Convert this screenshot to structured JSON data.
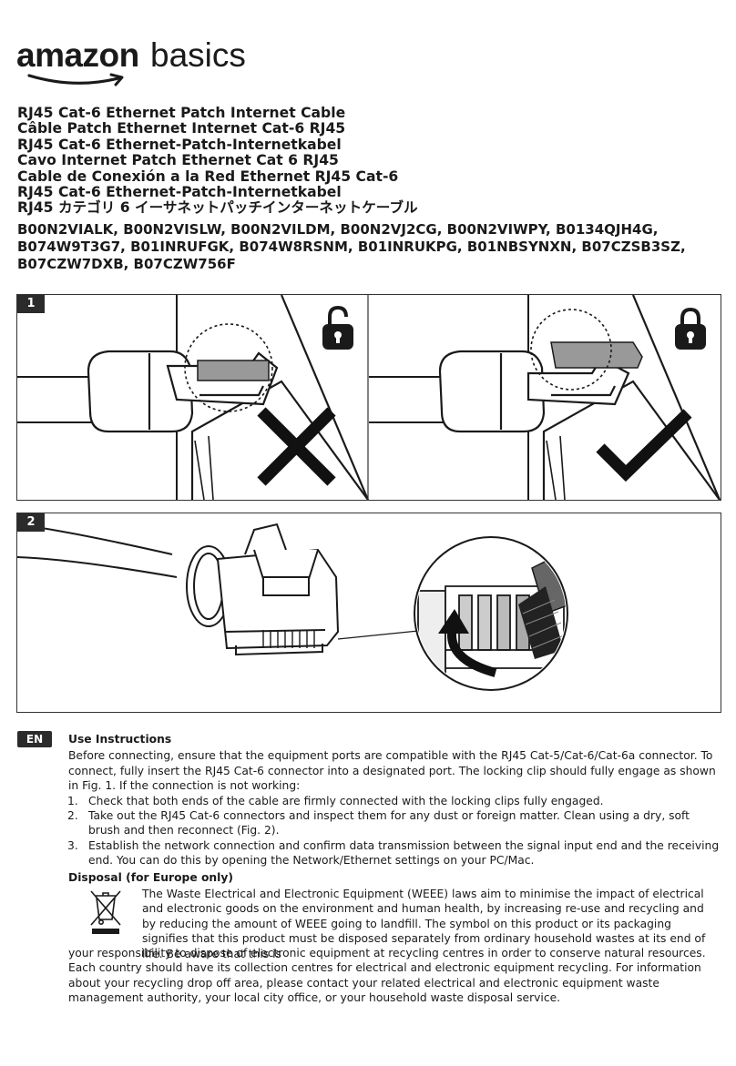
{
  "logo": {
    "word1": "amazon",
    "word2": "basics"
  },
  "titles": [
    "RJ45 Cat-6 Ethernet Patch Internet Cable",
    "Câble Patch Ethernet Internet Cat-6 RJ45",
    "RJ45 Cat-6 Ethernet-Patch-Internetkabel",
    "Cavo Internet Patch Ethernet Cat 6 RJ45",
    "Cable de Conexión a la Red Ethernet RJ45 Cat-6",
    "RJ45 Cat-6 Ethernet-Patch-Internetkabel",
    "RJ45 カテゴリ 6 イーサネットパッチインターネットケーブル"
  ],
  "codes": "B00N2VIALK, B00N2VISLW, B00N2VILDM, B00N2VJ2CG, B00N2VIWPY, B0134QJH4G, B074W9T3G7, B01INRUFGK, B074W8RSNM, B01INRUKPG, B01NBSYNXN, B07CZSB3SZ, B07CZW7DXB, B07CZW756F",
  "figures": {
    "fig1": "1",
    "fig2": "2"
  },
  "icons": {
    "unlocked": "unlocked-padlock-icon",
    "locked": "locked-padlock-icon",
    "wrong": "cross-icon",
    "right": "checkmark-icon",
    "weee": "crossed-out-wheelie-bin-icon"
  },
  "instructions": {
    "lang": "EN",
    "heading": "Use Instructions",
    "intro": "Before connecting, ensure that the equipment ports are compatible with the RJ45 Cat-5/Cat-6/Cat-6a connector. To connect, fully insert the RJ45 Cat-6 connector into a designated port. The locking clip should fully engage as shown in Fig. 1. If the connection is not working:",
    "steps": [
      {
        "n": "1.",
        "text": "Check that both ends of the cable are firmly connected with the locking clips fully engaged."
      },
      {
        "n": "2.",
        "text": "Take out the RJ45 Cat-6 connectors and inspect them for any dust or foreign matter. Clean using a dry, soft brush and then reconnect (Fig. 2)."
      },
      {
        "n": "3.",
        "text": "Establish the network connection and confirm data transmission between the signal input end and the receiving end. You can do this by opening the Network/Ethernet settings on your PC/Mac."
      }
    ],
    "disposal_heading": "Disposal (for Europe only)",
    "disposal_1": "The Waste Electrical and Electronic Equipment (WEEE) laws  aim  to minimise the impact of electrical and electronic goods on the environment and human health, by increasing re-use and recycling and by reducing the amount of WEEE going to landfill. The symbol on this product or its packaging signifies that this product must be disposed separately from ordinary household wastes at its end of life. Be aware that this is",
    "disposal_2": "your responsibility to dispose of electronic equipment at recycling centres in order to conserve natural resources. Each country should have its collection centres for electrical and electronic equipment recycling. For information about your recycling drop off area, please contact your related electrical and electronic equipment waste management authority, your local city office, or your household waste disposal service."
  }
}
